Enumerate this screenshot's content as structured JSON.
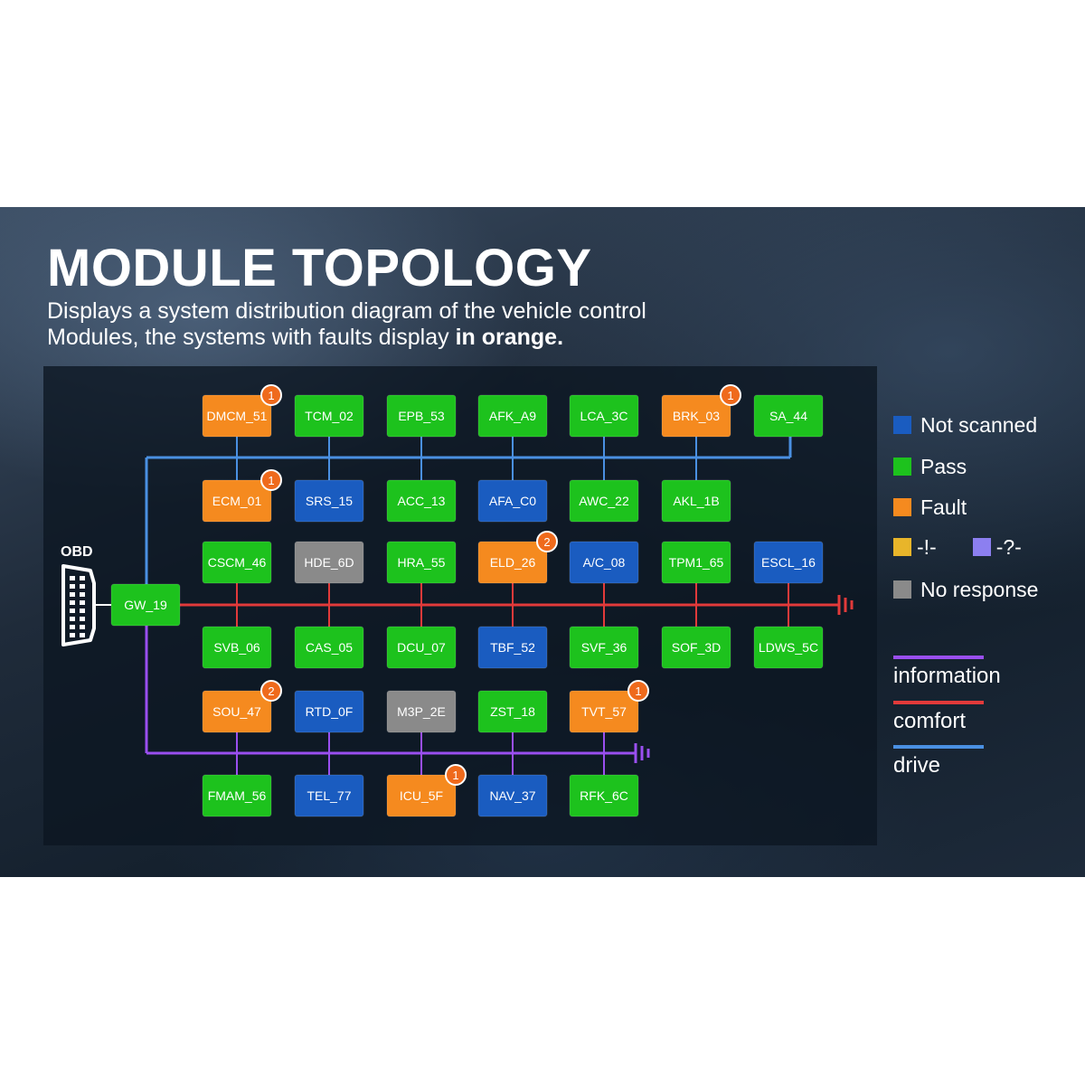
{
  "title": "MODULE TOPOLOGY",
  "subtitle": {
    "line1": "Displays a system distribution diagram of the vehicle control",
    "line2_prefix": "Modules, the systems with faults display ",
    "line2_bold": "in orange."
  },
  "obd_label": "OBD",
  "colors": {
    "pass": "#1dc21d",
    "fault": "#f58a1f",
    "not_scanned": "#1a5cc0",
    "no_response": "#8a8a8a",
    "warn": "#e8b52a",
    "unknown": "#8c7ff0",
    "information_bus": "#9a4ff0",
    "comfort_bus": "#e23a3a",
    "drive_bus": "#4a90e2",
    "badge": "#ef6a1c"
  },
  "gateway": {
    "label": "GW_19",
    "status": "pass"
  },
  "rows": [
    {
      "bus": "drive",
      "side": "above",
      "modules": [
        {
          "label": "DMCM_51",
          "status": "fault",
          "badge": "1"
        },
        {
          "label": "TCM_02",
          "status": "pass"
        },
        {
          "label": "EPB_53",
          "status": "pass"
        },
        {
          "label": "AFK_A9",
          "status": "pass"
        },
        {
          "label": "LCA_3C",
          "status": "pass"
        },
        {
          "label": "BRK_03",
          "status": "fault",
          "badge": "1"
        },
        {
          "label": "SA_44",
          "status": "pass"
        }
      ]
    },
    {
      "bus": "drive",
      "side": "below",
      "modules": [
        {
          "label": "ECM_01",
          "status": "fault",
          "badge": "1"
        },
        {
          "label": "SRS_15",
          "status": "not_scanned"
        },
        {
          "label": "ACC_13",
          "status": "pass"
        },
        {
          "label": "AFA_C0",
          "status": "not_scanned"
        },
        {
          "label": "AWC_22",
          "status": "pass"
        },
        {
          "label": "AKL_1B",
          "status": "pass"
        }
      ]
    },
    {
      "bus": "comfort",
      "side": "above",
      "modules": [
        {
          "label": "CSCM_46",
          "status": "pass"
        },
        {
          "label": "HDE_6D",
          "status": "no_response"
        },
        {
          "label": "HRA_55",
          "status": "pass"
        },
        {
          "label": "ELD_26",
          "status": "fault",
          "badge": "2"
        },
        {
          "label": "A/C_08",
          "status": "not_scanned"
        },
        {
          "label": "TPM1_65",
          "status": "pass"
        },
        {
          "label": "ESCL_16",
          "status": "not_scanned"
        }
      ]
    },
    {
      "bus": "comfort",
      "side": "below",
      "modules": [
        {
          "label": "SVB_06",
          "status": "pass"
        },
        {
          "label": "CAS_05",
          "status": "pass"
        },
        {
          "label": "DCU_07",
          "status": "pass"
        },
        {
          "label": "TBF_52",
          "status": "not_scanned"
        },
        {
          "label": "SVF_36",
          "status": "pass"
        },
        {
          "label": "SOF_3D",
          "status": "pass"
        },
        {
          "label": "LDWS_5C",
          "status": "pass"
        }
      ]
    },
    {
      "bus": "information",
      "side": "above",
      "modules": [
        {
          "label": "SOU_47",
          "status": "fault",
          "badge": "2"
        },
        {
          "label": "RTD_0F",
          "status": "not_scanned"
        },
        {
          "label": "M3P_2E",
          "status": "no_response"
        },
        {
          "label": "ZST_18",
          "status": "pass"
        },
        {
          "label": "TVT_57",
          "status": "fault",
          "badge": "1"
        }
      ]
    },
    {
      "bus": "information",
      "side": "below",
      "modules": [
        {
          "label": "FMAM_56",
          "status": "pass"
        },
        {
          "label": "TEL_77",
          "status": "not_scanned"
        },
        {
          "label": "ICU_5F",
          "status": "fault",
          "badge": "1"
        },
        {
          "label": "NAV_37",
          "status": "not_scanned"
        },
        {
          "label": "RFK_6C",
          "status": "pass"
        }
      ]
    }
  ],
  "legend": {
    "not_scanned": "Not scanned",
    "pass": "Pass",
    "fault": "Fault",
    "warn": "-!-",
    "unknown": "-?-",
    "no_response": "No response",
    "information": "information",
    "comfort": "comfort",
    "drive": "drive"
  }
}
